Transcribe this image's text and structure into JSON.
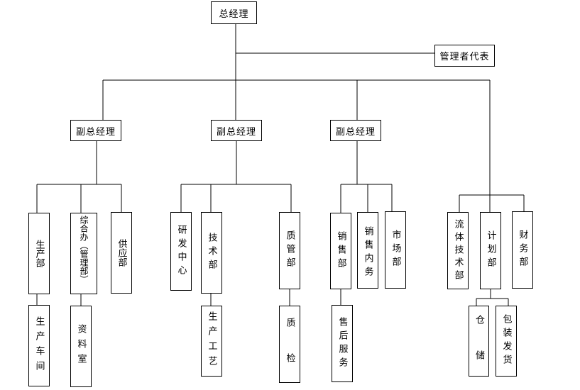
{
  "nodes": {
    "gm": "总经理",
    "mgmt_rep": "管理者代表",
    "vp1": "副总经理",
    "vp2": "副总经理",
    "vp3": "副总经理",
    "production": "生产部",
    "admin": "综合办（管理部）",
    "supply": "供应部",
    "workshop": "生产车间",
    "archives": "资料室",
    "rnd": "研发中心",
    "tech": "技术部",
    "process": "生产工艺",
    "qa": "质管部",
    "qc": "质　检",
    "sales": "销售部",
    "sales_admin": "销售内务",
    "marketing": "市场部",
    "after_sales": "售后服务",
    "fluid_tech": "流体技术部",
    "planning": "计划部",
    "finance": "财务部",
    "warehouse": "仓　储",
    "packing": "包装发货"
  },
  "colors": {
    "line": "#000000",
    "box_border": "#000000",
    "background": "#ffffff"
  }
}
